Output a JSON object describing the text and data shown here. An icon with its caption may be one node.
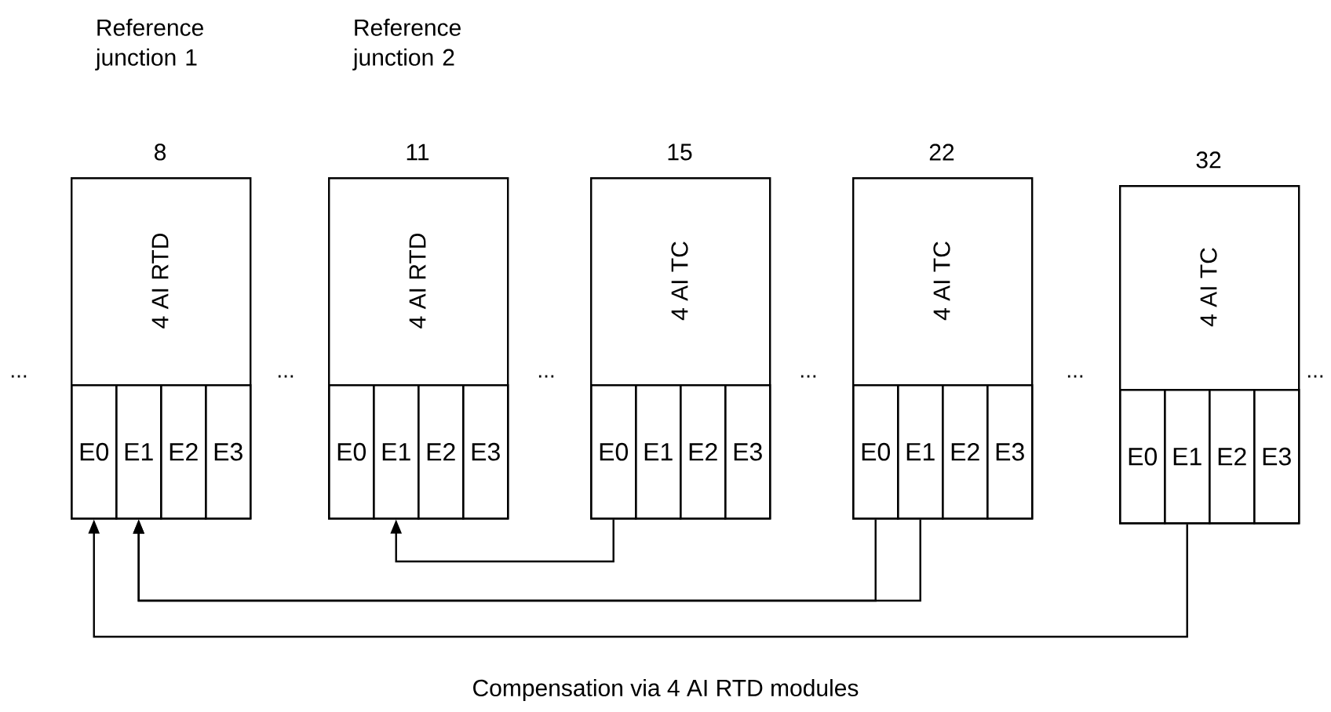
{
  "diagram": {
    "caption": "Compensation via 4 AI RTD modules",
    "nodes": [
      {
        "text": [
          "4 AI RTD"
        ],
        "beside": [
          "Reference junction 1",
          "8"
        ]
      },
      {
        "text": [
          "E0"
        ],
        "in": 0
      },
      {
        "text": [
          "E1"
        ],
        "in": 0
      },
      {
        "text": [
          "E2"
        ],
        "in": 0
      },
      {
        "text": [
          "E3"
        ],
        "in": 0
      },
      {
        "text": [
          "4 AI RTD"
        ],
        "beside": [
          "Reference junction 2",
          "11"
        ]
      },
      {
        "text": [
          "E0"
        ],
        "in": 5
      },
      {
        "text": [
          "E1"
        ],
        "in": 5
      },
      {
        "text": [
          "E2"
        ],
        "in": 5
      },
      {
        "text": [
          "E3"
        ],
        "in": 5
      },
      {
        "text": [
          "4 AI TC"
        ],
        "beside": [
          "15"
        ]
      },
      {
        "text": [
          "E0"
        ],
        "in": 10
      },
      {
        "text": [
          "E1"
        ],
        "in": 10
      },
      {
        "text": [
          "E2"
        ],
        "in": 10
      },
      {
        "text": [
          "E3"
        ],
        "in": 10
      },
      {
        "text": [
          "4 AI TC"
        ],
        "beside": [
          "22"
        ]
      },
      {
        "text": [
          "E0"
        ],
        "in": 15
      },
      {
        "text": [
          "E1"
        ],
        "in": 15
      },
      {
        "text": [
          "E2"
        ],
        "in": 15
      },
      {
        "text": [
          "E3"
        ],
        "in": 15
      },
      {
        "text": [
          "4 AI TC"
        ],
        "beside": [
          "32"
        ]
      },
      {
        "text": [
          "E0"
        ],
        "in": 20
      },
      {
        "text": [
          "E1"
        ],
        "in": 20
      },
      {
        "text": [
          "E2"
        ],
        "in": 20
      },
      {
        "text": [
          "E3"
        ],
        "in": 20
      }
    ],
    "edges": [
      {
        "from": 11,
        "to": 7,
        "arrow": "to"
      },
      {
        "from": 16,
        "to": 2,
        "arrow": "to"
      },
      {
        "from": 17,
        "to": 2,
        "arrow": "to"
      },
      {
        "from": 22,
        "to": 1,
        "arrow": "to"
      }
    ],
    "labels": [
      "...",
      "...",
      "...",
      "...",
      "...",
      "..."
    ]
  }
}
